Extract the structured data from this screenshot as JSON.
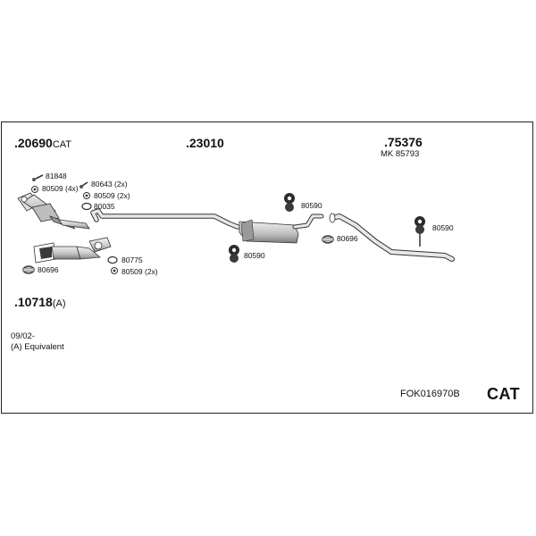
{
  "parts": {
    "cat_converter": {
      "number": ".20690",
      "suffix": "CAT"
    },
    "middle_pipe": {
      "number": ".23010"
    },
    "rear_silencer": {
      "number": ".75376",
      "mk": "MK 85793"
    },
    "front_pipe": {
      "number": ".10718",
      "suffix": "(A)"
    }
  },
  "accessories": {
    "a81848": "81848",
    "a80509_4x": "80509 (4x)",
    "a80643_2x": "80643 (2x)",
    "a80509_2x_top": "80509 (2x)",
    "a80035": "80035",
    "a80775": "80775",
    "a80509_2x_bottom": "80509 (2x)",
    "a80696_left": "80696",
    "a80590_mid_top": "80590",
    "a80590_mid_bottom": "80590",
    "a80696_right": "80696",
    "a80590_right": "80590"
  },
  "notes": {
    "date": "09/02-",
    "equivalent": "(A) Equivalent"
  },
  "footer": {
    "kit_code": "FOK016970B",
    "type_label": "CAT"
  },
  "colors": {
    "line": "#333333",
    "part_fill": "#d9d9d9",
    "dark_fill": "#3a3a3a",
    "frame": "#222222"
  }
}
